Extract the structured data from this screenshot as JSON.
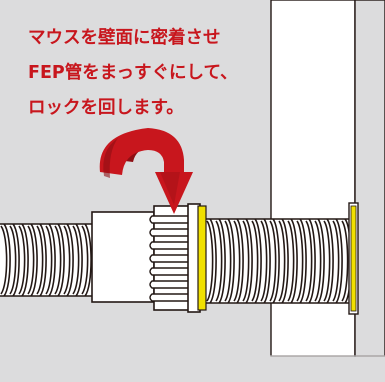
{
  "caption": {
    "lines": [
      "マウスを壁面に密着させ",
      "FEP管をまっすぐにして、",
      "ロックを回します。"
    ]
  },
  "colors": {
    "wall": "#dcdcdd",
    "outline": "#231815",
    "caption": "#c8161d",
    "arrow": "#c8161d",
    "arrow_shadow": "#8e0f14",
    "collar": "#f0e000",
    "pipe": "#ffffff"
  },
  "icons": {
    "rotation_arrow": "curved-rotate-down-arrow-icon"
  }
}
